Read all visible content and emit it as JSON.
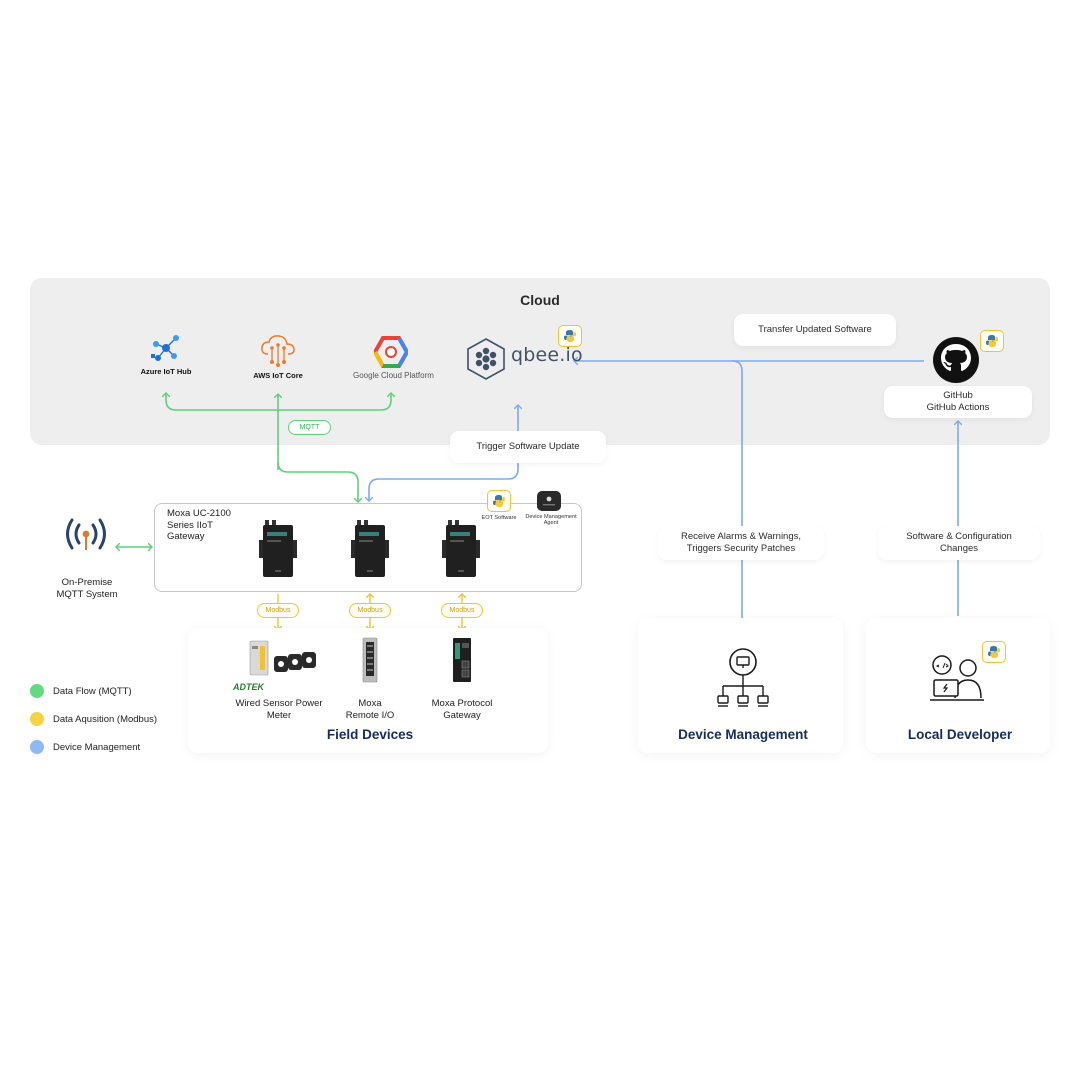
{
  "cloud": {
    "title": "Cloud",
    "services": {
      "azure": "Azure IoT Hub",
      "aws": "AWS IoT Core",
      "gcp": "Google Cloud Platform",
      "qbee": "qbee.io"
    },
    "mqtt_tag": "MQTT",
    "trigger_update": "Trigger Software Update",
    "transfer_software": "Transfer Updated Software",
    "github": {
      "line1": "GitHub",
      "line2": "GitHub Actions"
    }
  },
  "gateway": {
    "line1": "Moxa UC-2100",
    "line2": "Series IIoT",
    "line3": "Gateway",
    "eot_label": "EOT Software",
    "dm_label_1": "Device Management",
    "dm_label_2": "Agent"
  },
  "on_premise": {
    "line1": "On-Premise",
    "line2": "MQTT System"
  },
  "modbus_label": "Modbus",
  "field_devices": {
    "title": "Field Devices",
    "brand": "ADTEK",
    "device1": {
      "line1": "Wired Sensor Power",
      "line2": "Meter"
    },
    "device2": {
      "line1": "Moxa",
      "line2": "Remote I/O"
    },
    "device3": {
      "line1": "Moxa Protocol",
      "line2": "Gateway"
    }
  },
  "alarms": {
    "line1": "Receive Alarms & Warnings,",
    "line2": "Triggers Security Patches"
  },
  "sw_config": {
    "line1": "Software & Configuration",
    "line2": "Changes"
  },
  "device_management": {
    "title": "Device Management"
  },
  "local_developer": {
    "title": "Local Developer"
  },
  "legend": {
    "items": [
      {
        "label": "Data Flow (MQTT)",
        "color": "#5fdc7f"
      },
      {
        "label": "Data Aqusition (Modbus)",
        "color": "#f5d342"
      },
      {
        "label": "Device Management",
        "color": "#8db9f4"
      }
    ]
  },
  "colors": {
    "mqtt": "#5fd07a",
    "modbus": "#f2c230",
    "management": "#7aabf0",
    "title_navy": "#162c5c"
  }
}
